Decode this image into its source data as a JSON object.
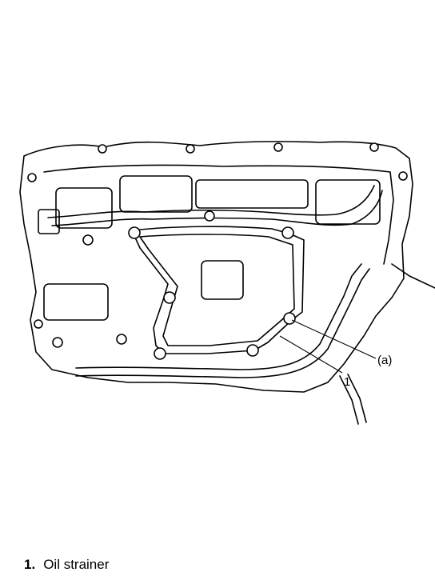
{
  "callouts": {
    "part_1": "1",
    "detail_a": "(a)"
  },
  "legend": {
    "number": "1.",
    "label": "Oil strainer"
  }
}
